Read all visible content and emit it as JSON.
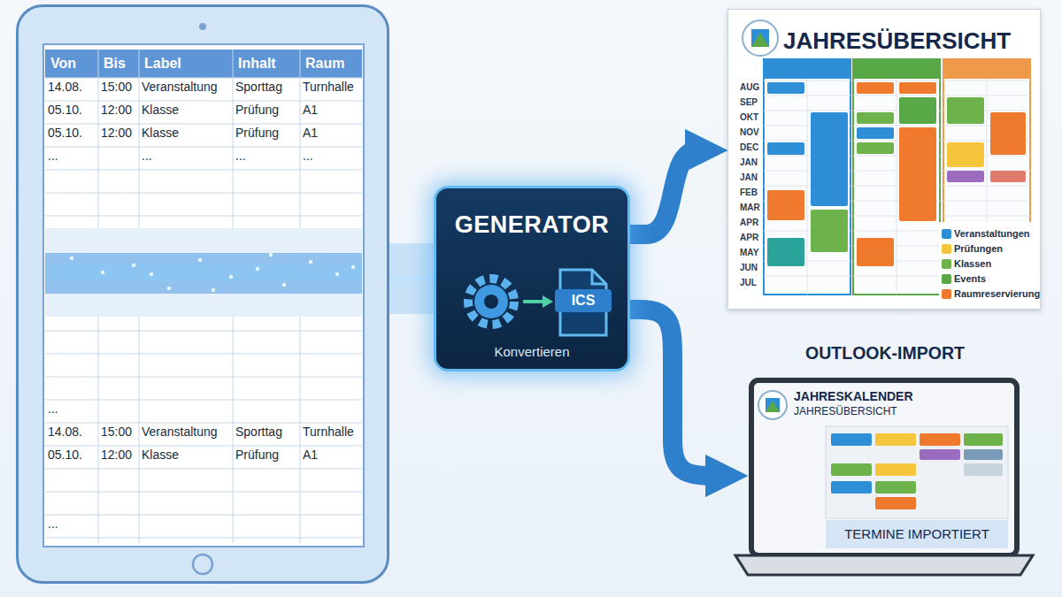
{
  "diagram": {
    "nodes": [
      {
        "text": [
          "Von",
          "Bis",
          "Label",
          "Inhalt",
          "Raum"
        ]
      },
      {
        "text": [
          "GENERATOR",
          "ICS",
          "Konvertieren"
        ]
      },
      {
        "text": [
          "JAHRESÜBERSICHT"
        ]
      },
      {
        "text": [
          "OUTLOOK-IMPORT",
          "JAHRESKALENDER",
          "JAHRESÜBERSICHT",
          "TERMINE IMPORTIERT"
        ]
      }
    ],
    "edges": [
      {
        "from": 0,
        "to": 1,
        "arrow": "none"
      },
      {
        "from": 1,
        "to": 2,
        "arrow": "to"
      },
      {
        "from": 1,
        "to": 3,
        "arrow": "to"
      }
    ],
    "labels": [
      "14.08.",
      "15:00",
      "Veranstaltung",
      "Sporttag",
      "Turnhalle",
      "05.10.",
      "12:00",
      "Klasse",
      "Prüfung",
      "A1",
      "05.10.",
      "12:00",
      "Klasse",
      "Prüfung",
      "A1",
      "...",
      "...",
      "...",
      "...",
      "...",
      "14.08.",
      "15:00",
      "Veranstaltung",
      "Sporttag",
      "Turnhalle",
      "05.10.",
      "12:00",
      "Klasse",
      "Prüfung",
      "A1",
      "...",
      "AUG",
      "SEP",
      "OKT",
      "NOV",
      "DEC",
      "JAN",
      "JAN",
      "FEB",
      "MAR",
      "APR",
      "APR",
      "MAY",
      "JUN",
      "JUL"
    ],
    "legend": [
      {
        "text": "Veranstaltungen",
        "color": "#2e8fd6"
      },
      {
        "text": "Prüfungen",
        "color": "#f5c63c"
      },
      {
        "text": "Klassen",
        "color": "#6db24a"
      },
      {
        "text": "Events",
        "color": "#58a848"
      },
      {
        "text": "Raumreservierung",
        "color": "#ef7a2e"
      }
    ]
  }
}
